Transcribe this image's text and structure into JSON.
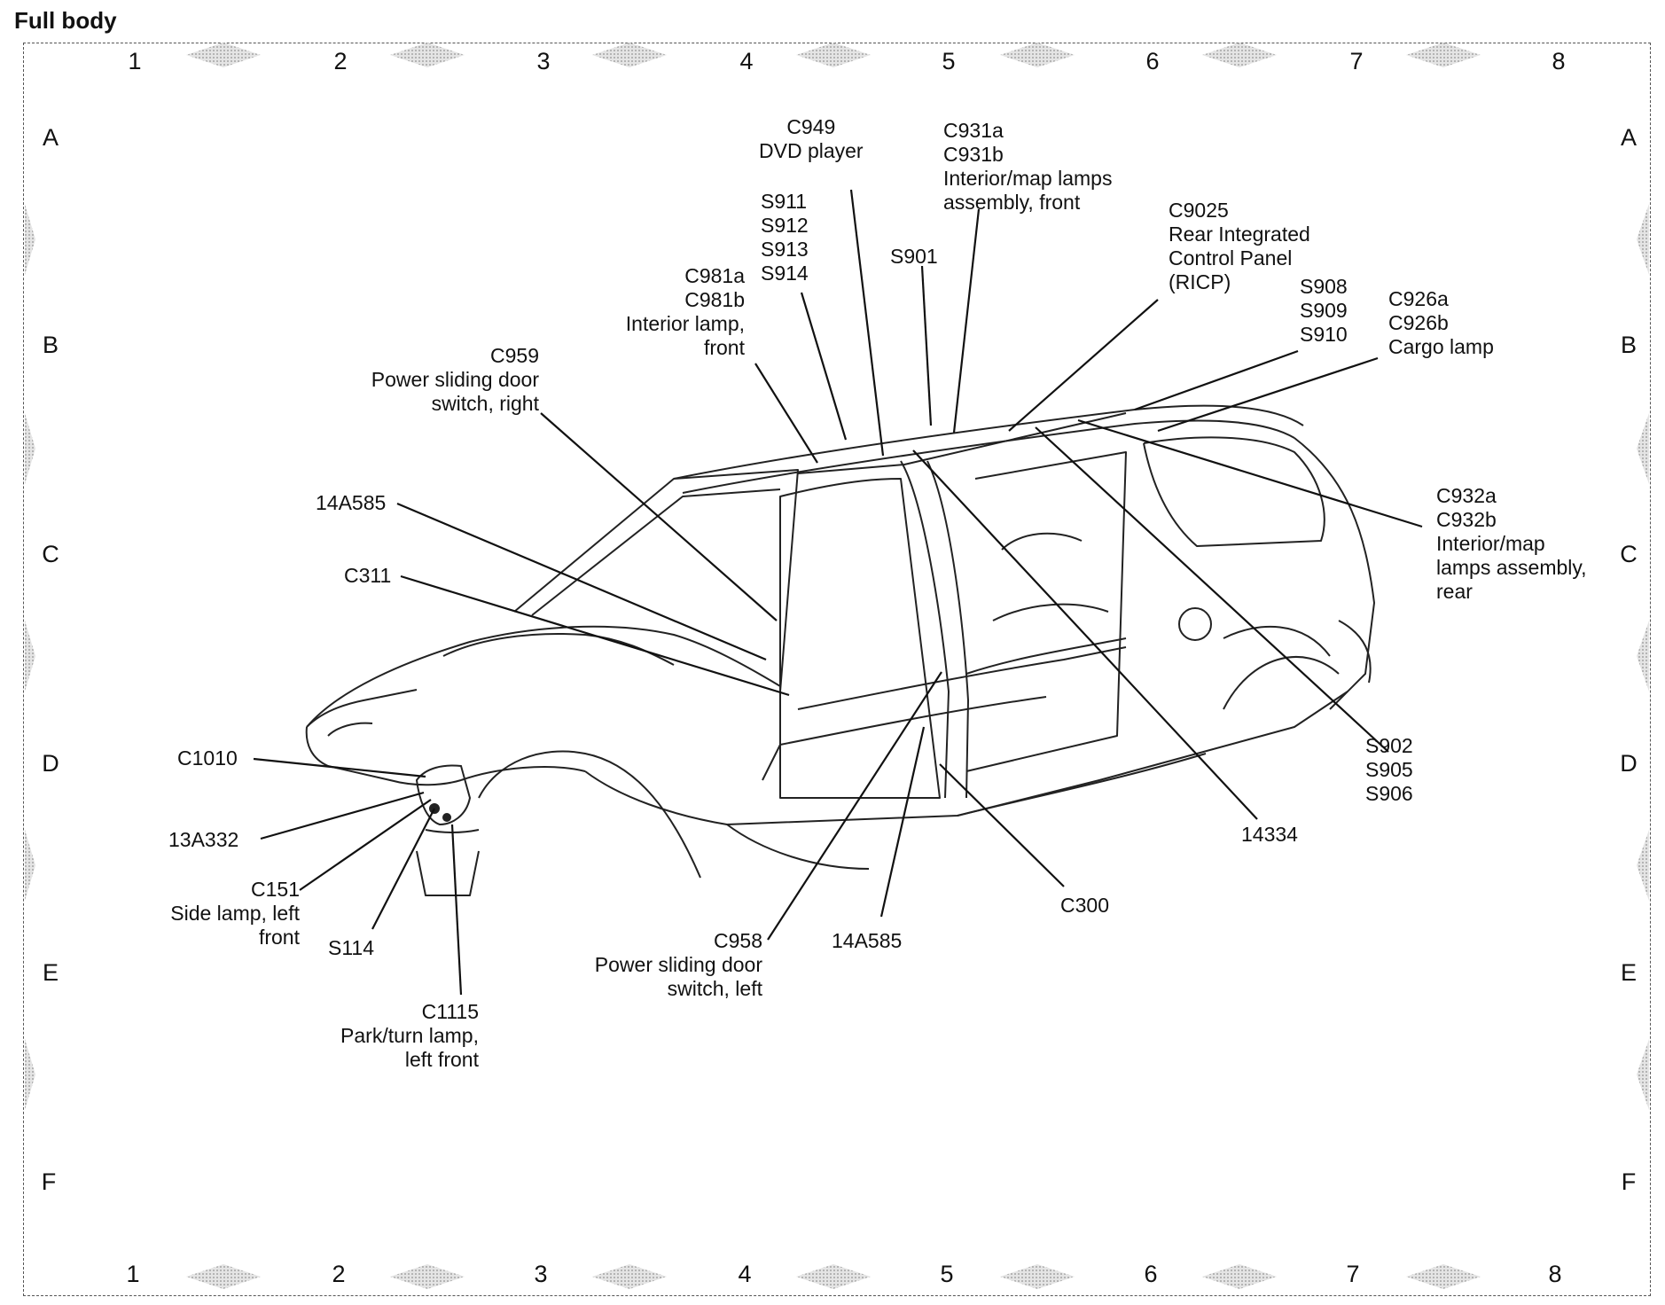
{
  "title": "Full body",
  "grid": {
    "columns": [
      "1",
      "2",
      "3",
      "4",
      "5",
      "6",
      "7",
      "8"
    ],
    "rows": [
      "A",
      "B",
      "C",
      "D",
      "E",
      "F"
    ]
  },
  "callouts": {
    "c949": [
      "C949",
      "DVD player"
    ],
    "c931": [
      "C931a",
      "C931b",
      "Interior/map lamps",
      "assembly, front"
    ],
    "s911": [
      "S911",
      "S912",
      "S913",
      "S914"
    ],
    "c9025": [
      "C9025",
      "Rear Integrated",
      "Control Panel",
      "(RICP)"
    ],
    "s901": [
      "S901"
    ],
    "c981": [
      "C981a",
      "C981b",
      "Interior lamp,",
      "front"
    ],
    "s908": [
      "S908",
      "S909",
      "S910"
    ],
    "c926": [
      "C926a",
      "C926b",
      "Cargo lamp"
    ],
    "c959": [
      "C959",
      "Power sliding door",
      "switch, right"
    ],
    "a14585_upper": [
      "14A585"
    ],
    "c311": [
      "C311"
    ],
    "c932": [
      "C932a",
      "C932b",
      "Interior/map",
      "lamps assembly,",
      "rear"
    ],
    "c1010": [
      "C1010"
    ],
    "s902": [
      "S902",
      "S905",
      "S906"
    ],
    "a13332": [
      "13A332"
    ],
    "n14334": [
      "14334"
    ],
    "c151": [
      "C151",
      "Side lamp, left",
      "front"
    ],
    "s114": [
      "S114"
    ],
    "c300": [
      "C300"
    ],
    "c958": [
      "C958",
      "Power sliding door",
      "switch, left"
    ],
    "a14585_lower": [
      "14A585"
    ],
    "c1115": [
      "C1115",
      "Park/turn lamp,",
      "left front"
    ]
  }
}
